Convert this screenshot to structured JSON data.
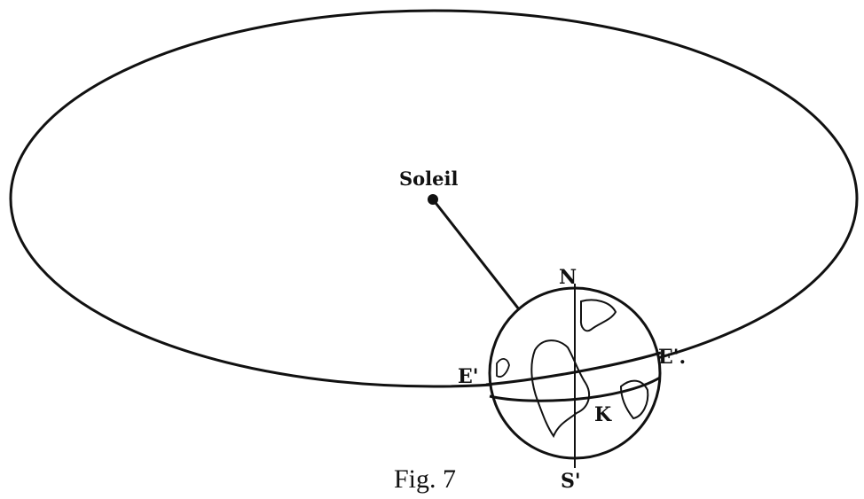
{
  "labels": {
    "sun": "Soleil",
    "north": "N",
    "south": "S'",
    "equator_left": "E'",
    "equator_right": "E'.",
    "point_k": "K"
  },
  "caption": "Fig. 7"
}
